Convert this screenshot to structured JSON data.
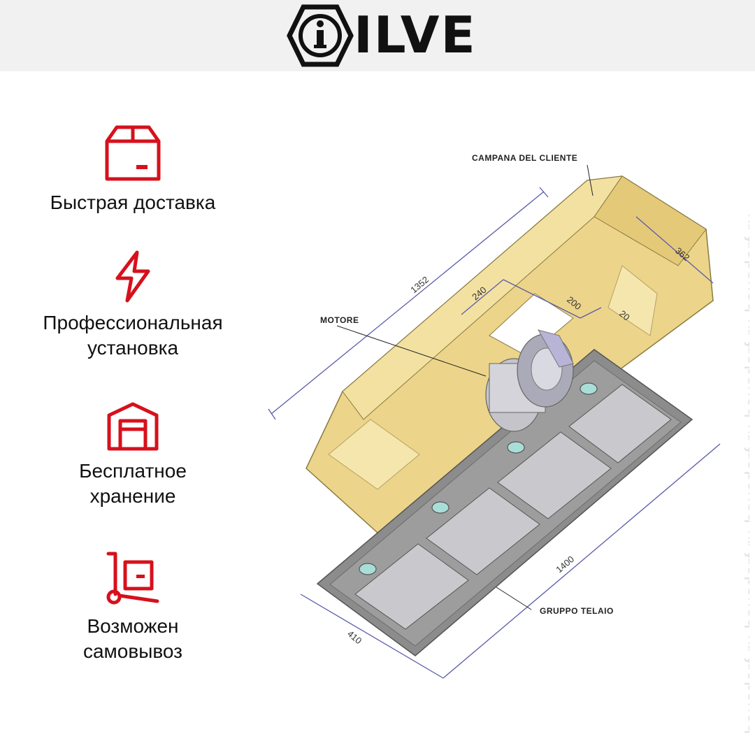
{
  "brand": {
    "name": "ILVE"
  },
  "colors": {
    "accent": "#d6111c",
    "hood": "#ecd58a",
    "frame": "#8c8c8c",
    "dimension": "#5a5ca8"
  },
  "features": [
    {
      "icon": "box-icon",
      "label": "Быстрая доставка"
    },
    {
      "icon": "lightning-icon",
      "label": "Профессиональная установка"
    },
    {
      "icon": "warehouse-icon",
      "label": "Бесплатное хранение"
    },
    {
      "icon": "hand-truck-icon",
      "label": "Возможен самовывоз"
    }
  ],
  "diagram": {
    "callouts": {
      "hood": "CAMPANA DEL CLIENTE",
      "motor": "MOTORE",
      "frame": "GRUPPO TELAIO"
    },
    "dimensions": {
      "length_top": "1352",
      "depth_top": "362",
      "cutout_a": "240",
      "cutout_b": "200",
      "cutout_c": "20",
      "length_frame": "1400",
      "depth_frame": "410"
    }
  },
  "watermark": "hausdorf.ru  hausdorf.ru  hausdorf.ru  hausdorf.ru  hausdorf.ru"
}
